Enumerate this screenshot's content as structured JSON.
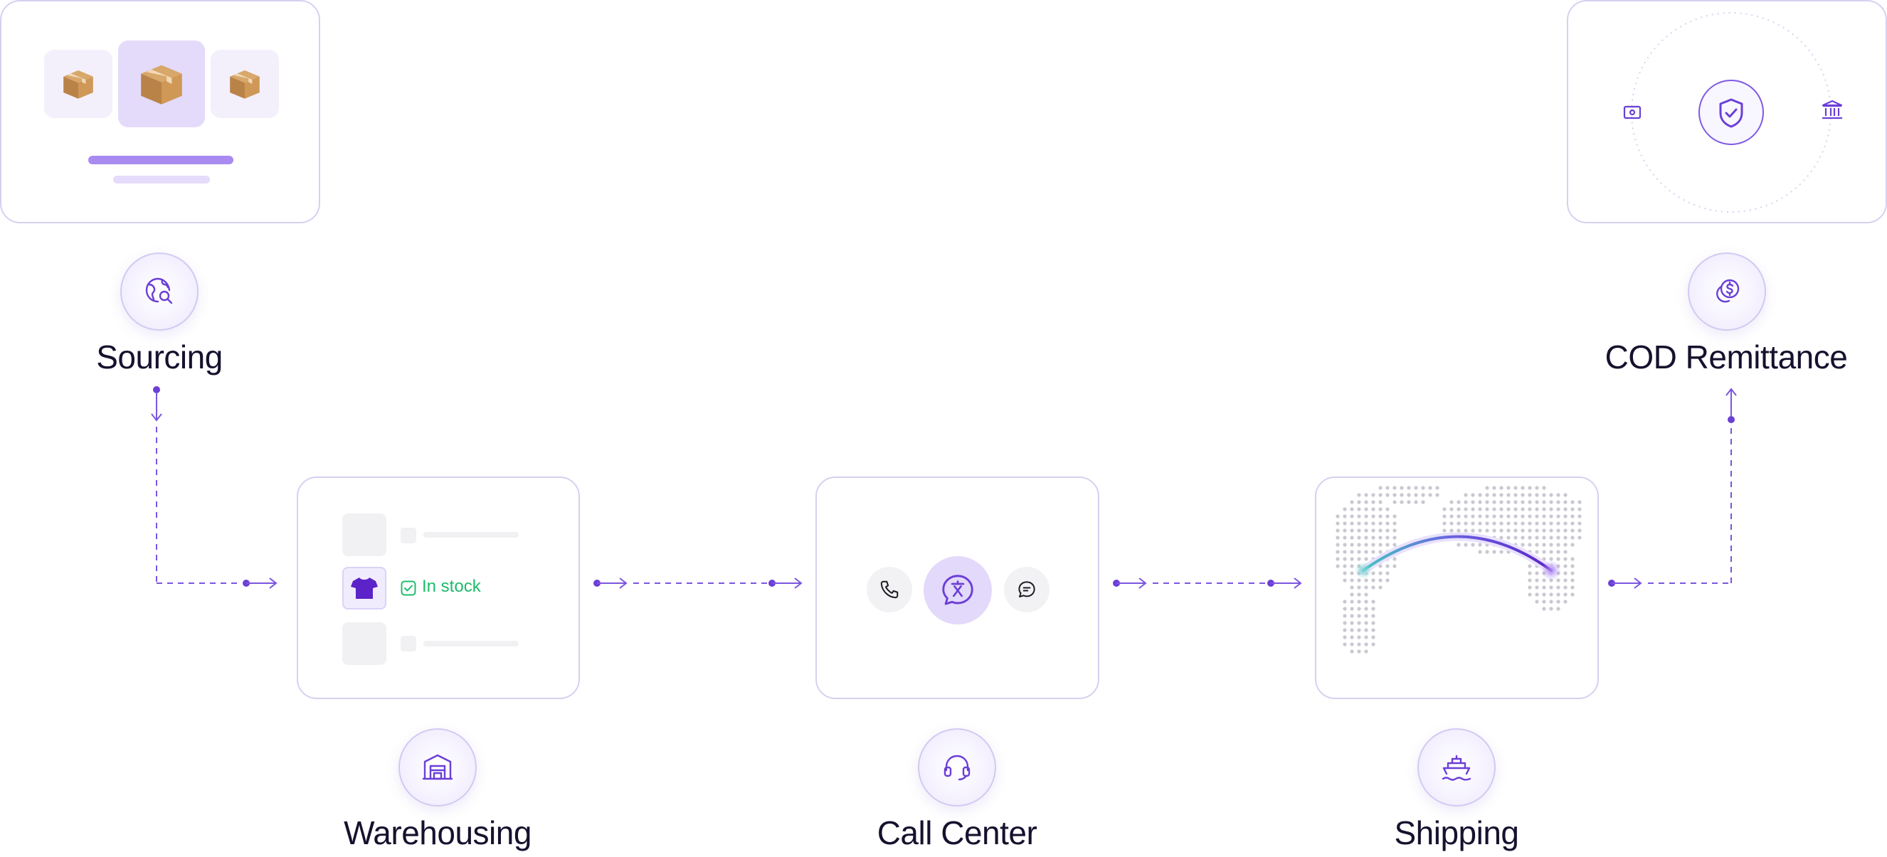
{
  "steps": [
    {
      "id": "sourcing",
      "label": "Sourcing",
      "icon": "globe-search-icon"
    },
    {
      "id": "warehousing",
      "label": "Warehousing",
      "icon": "warehouse-icon"
    },
    {
      "id": "call_center",
      "label": "Call Center",
      "icon": "headset-icon"
    },
    {
      "id": "shipping",
      "label": "Shipping",
      "icon": "ship-icon"
    },
    {
      "id": "cod_remittance",
      "label": "COD Remittance",
      "icon": "coin-dollar-icon"
    }
  ],
  "warehousing_card": {
    "stock_label": "In stock"
  },
  "colors": {
    "accent": "#6b3fd6",
    "card_border": "#d7d0f1",
    "stock_green": "#1dbd6b",
    "label_text": "#15122e"
  }
}
